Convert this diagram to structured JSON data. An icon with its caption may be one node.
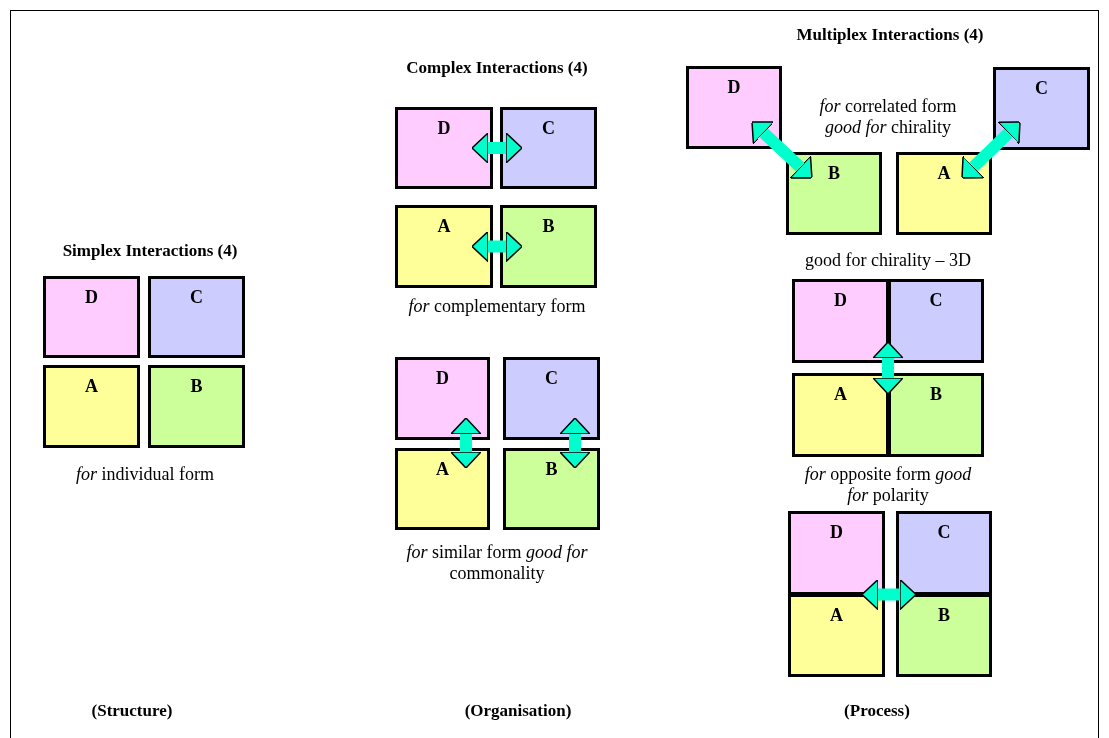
{
  "diagram": {
    "nodes": [
      {
        "text": [
          "D"
        ]
      },
      {
        "text": [
          "C"
        ]
      },
      {
        "text": [
          "A"
        ]
      },
      {
        "text": [
          "B"
        ]
      },
      {
        "text": [
          "D"
        ]
      },
      {
        "text": [
          "C"
        ]
      },
      {
        "text": [
          "A"
        ]
      },
      {
        "text": [
          "B"
        ]
      },
      {
        "text": [
          "D"
        ]
      },
      {
        "text": [
          "C"
        ]
      },
      {
        "text": [
          "A"
        ]
      },
      {
        "text": [
          "B"
        ]
      },
      {
        "text": [
          "D"
        ]
      },
      {
        "text": [
          "C"
        ]
      },
      {
        "text": [
          "B"
        ]
      },
      {
        "text": [
          "A"
        ]
      },
      {
        "text": [
          "D"
        ]
      },
      {
        "text": [
          "C"
        ]
      },
      {
        "text": [
          "A"
        ]
      },
      {
        "text": [
          "B"
        ]
      },
      {
        "text": [
          "D"
        ]
      },
      {
        "text": [
          "C"
        ]
      },
      {
        "text": [
          "A"
        ]
      },
      {
        "text": [
          "B"
        ]
      }
    ],
    "edges": [
      {
        "from": 4,
        "to": 5,
        "arrow": "both"
      },
      {
        "from": 6,
        "to": 7,
        "arrow": "both"
      },
      {
        "from": 8,
        "to": 10,
        "arrow": "both"
      },
      {
        "from": 9,
        "to": 11,
        "arrow": "both"
      },
      {
        "from": 12,
        "to": 14,
        "arrow": "both"
      },
      {
        "from": 13,
        "to": 15,
        "arrow": "both"
      },
      {
        "from": 16,
        "to": 18,
        "arrow": "both"
      },
      {
        "from": 17,
        "to": 19,
        "arrow": "both"
      },
      {
        "from": 20,
        "to": 21,
        "arrow": "both"
      },
      {
        "from": 22,
        "to": 23,
        "arrow": "both"
      }
    ],
    "labels": [
      "Multiplex Interactions (4)",
      "Complex Interactions (4)",
      "*for* correlated form *good for* chirality",
      "Simplex Interactions (4)",
      "good for chirality – 3D",
      "*for* complementary form",
      "*for* opposite form *good for* polarity",
      "*for* individual form",
      "*for* similar form *good for* commonality",
      "(Structure)",
      "(Organisation)",
      "(Process)"
    ]
  }
}
